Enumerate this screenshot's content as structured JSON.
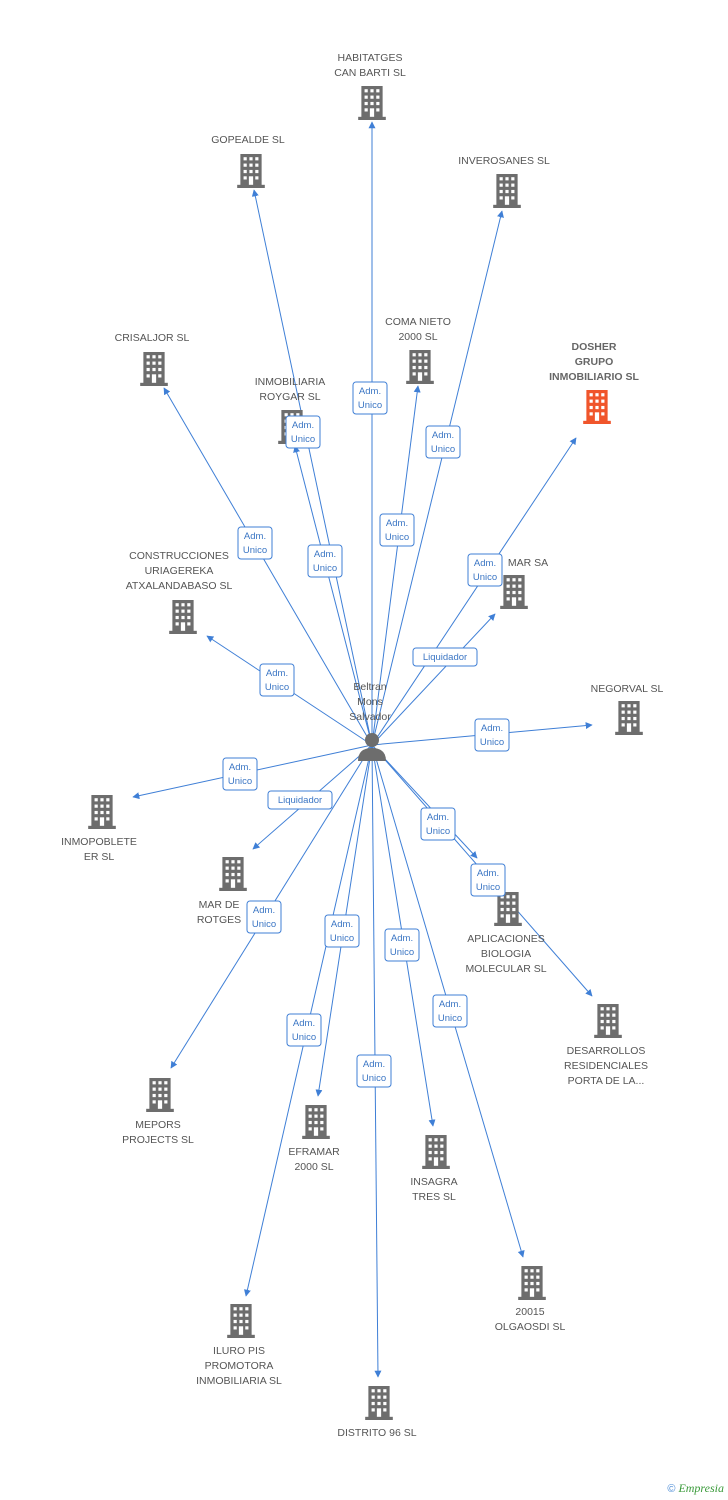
{
  "colors": {
    "edge": "#3f7fd6",
    "building": "#6d6d6d",
    "highlight": "#f0552b",
    "label_text": "#3b76c4"
  },
  "center": {
    "name_lines": [
      "Beltran",
      "Mons",
      "Salvador"
    ],
    "icon": "person-icon"
  },
  "nodes": [
    {
      "id": "habitatges",
      "lines": [
        "HABITATGES",
        "CAN BARTI SL"
      ],
      "icon": "building-icon"
    },
    {
      "id": "gopealde",
      "lines": [
        "GOPEALDE SL"
      ],
      "icon": "building-icon"
    },
    {
      "id": "inverosanes",
      "lines": [
        "INVEROSANES SL"
      ],
      "icon": "building-icon"
    },
    {
      "id": "coma-nieto",
      "lines": [
        "COMA NIETO",
        "2000 SL"
      ],
      "icon": "building-icon"
    },
    {
      "id": "dosher",
      "lines": [
        "DOSHER",
        "GRUPO",
        "INMOBILIARIO SL"
      ],
      "icon": "building-icon",
      "highlight": true
    },
    {
      "id": "crisaljor",
      "lines": [
        "CRISALJOR SL"
      ],
      "icon": "building-icon"
    },
    {
      "id": "roygar",
      "lines": [
        "INMOBILIARIA",
        "ROYGAR SL"
      ],
      "icon": "building-icon"
    },
    {
      "id": "construcciones",
      "lines": [
        "CONSTRUCCIONES",
        "URIAGEREKA",
        "ATXALANDABASO SL"
      ],
      "icon": "building-icon"
    },
    {
      "id": "mar-sa",
      "lines": [
        "MAR SA"
      ],
      "icon": "building-icon"
    },
    {
      "id": "negorval",
      "lines": [
        "NEGORVAL SL"
      ],
      "icon": "building-icon"
    },
    {
      "id": "inmopoblete",
      "lines": [
        "INMOPOBLETE",
        "ER SL"
      ],
      "icon": "building-icon"
    },
    {
      "id": "mar-de-rotges",
      "lines": [
        "MAR DE",
        "ROTGES"
      ],
      "icon": "building-icon"
    },
    {
      "id": "aplicaciones",
      "lines": [
        "APLICACIONES",
        "BIOLOGIA",
        "MOLECULAR SL"
      ],
      "icon": "building-icon"
    },
    {
      "id": "desarrollos",
      "lines": [
        "DESARROLLOS",
        "RESIDENCIALES",
        "PORTA DE LA..."
      ],
      "icon": "building-icon"
    },
    {
      "id": "mepors",
      "lines": [
        "MEPORS",
        "PROJECTS SL"
      ],
      "icon": "building-icon"
    },
    {
      "id": "eframar",
      "lines": [
        "EFRAMAR",
        "2000 SL"
      ],
      "icon": "building-icon"
    },
    {
      "id": "insagra",
      "lines": [
        "INSAGRA",
        "TRES SL"
      ],
      "icon": "building-icon"
    },
    {
      "id": "olgaosdi",
      "lines": [
        "20015",
        "OLGAOSDI SL"
      ],
      "icon": "building-icon"
    },
    {
      "id": "iluro",
      "lines": [
        "ILURO PIS",
        "PROMOTORA",
        "INMOBILIARIA SL"
      ],
      "icon": "building-icon"
    },
    {
      "id": "distrito",
      "lines": [
        "DISTRITO 96 SL"
      ],
      "icon": "building-icon"
    }
  ],
  "edges": [
    {
      "to": "habitatges",
      "label_lines": [
        "Adm.",
        "Unico"
      ]
    },
    {
      "to": "gopealde",
      "label_lines": [
        "Adm.",
        "Unico"
      ]
    },
    {
      "to": "inverosanes",
      "label_lines": [
        "Adm.",
        "Unico"
      ]
    },
    {
      "to": "coma-nieto",
      "label_lines": [
        "Adm.",
        "Unico"
      ]
    },
    {
      "to": "dosher",
      "label_lines": [
        "Adm.",
        "Unico"
      ]
    },
    {
      "to": "crisaljor",
      "label_lines": [
        "Adm.",
        "Unico"
      ]
    },
    {
      "to": "roygar",
      "label_lines": [
        "Adm.",
        "Unico"
      ]
    },
    {
      "to": "construcciones",
      "label_lines": [
        "Adm.",
        "Unico"
      ]
    },
    {
      "to": "mar-sa",
      "label_lines": [
        "Liquidador"
      ]
    },
    {
      "to": "negorval",
      "label_lines": [
        "Adm.",
        "Unico"
      ]
    },
    {
      "to": "inmopoblete",
      "label_lines": [
        "Adm.",
        "Unico"
      ]
    },
    {
      "to": "mar-de-rotges",
      "label_lines": [
        "Liquidador"
      ]
    },
    {
      "to": "aplicaciones",
      "label_lines": [
        "Adm.",
        "Unico"
      ]
    },
    {
      "to": "desarrollos",
      "label_lines": [
        "Adm.",
        "Unico"
      ]
    },
    {
      "to": "mepors",
      "label_lines": [
        "Adm.",
        "Unico"
      ]
    },
    {
      "to": "eframar",
      "label_lines": [
        "Adm.",
        "Unico"
      ]
    },
    {
      "to": "insagra",
      "label_lines": [
        "Adm.",
        "Unico"
      ]
    },
    {
      "to": "olgaosdi",
      "label_lines": [
        "Adm.",
        "Unico"
      ]
    },
    {
      "to": "iluro",
      "label_lines": [
        "Adm.",
        "Unico"
      ]
    },
    {
      "to": "distrito",
      "label_lines": [
        "Adm.",
        "Unico"
      ]
    }
  ],
  "footer": {
    "copyright": "©",
    "brand": "Empresia"
  }
}
